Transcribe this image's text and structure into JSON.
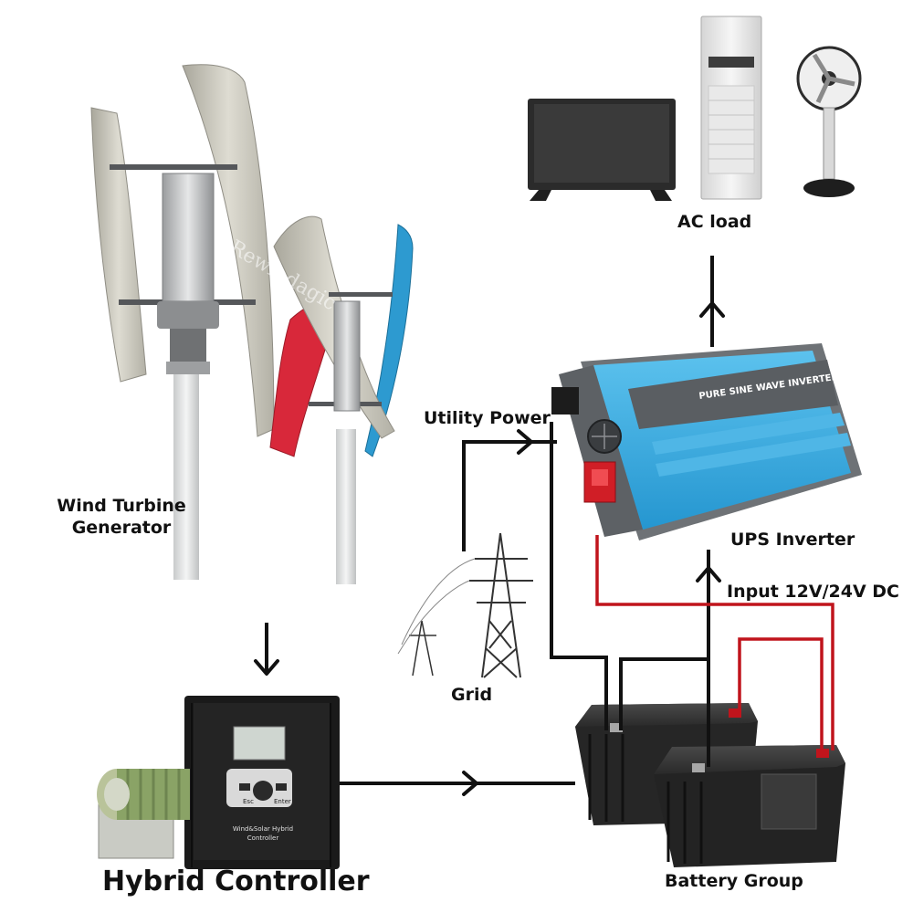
{
  "labels": {
    "ac_load": "AC load",
    "utility_power": "Utility Power",
    "wind_turbine_line1": "Wind Turbine",
    "wind_turbine_line2": "Generator",
    "ups_inverter": "UPS Inverter",
    "input_dc": "Input 12V/24V DC",
    "grid": "Grid",
    "hybrid_controller": "Hybrid Controller",
    "battery_group": "Battery Group"
  },
  "device_text": {
    "inverter_caption": "PURE SINE WAVE INVERTER",
    "controller_name_line1": "Wind&Solar Hybrid",
    "controller_name_line2": "Controller",
    "controller_btn_esc": "Esc",
    "controller_btn_enter": "Enter",
    "watermark": "Rewindagic"
  },
  "colors": {
    "wire_black": "#111111",
    "wire_red": "#c0141c",
    "inverter_blue": "#3aaee2",
    "blade_red": "#d8283a",
    "blade_blue": "#2d9ad0",
    "blade_grey": "#c9c7bd"
  },
  "icons": [
    "wind-turbine-icon",
    "tv-icon",
    "air-conditioner-icon",
    "fan-icon",
    "inverter-icon",
    "power-tower-icon",
    "controller-icon",
    "dump-load-resistor-icon",
    "battery-icon"
  ]
}
